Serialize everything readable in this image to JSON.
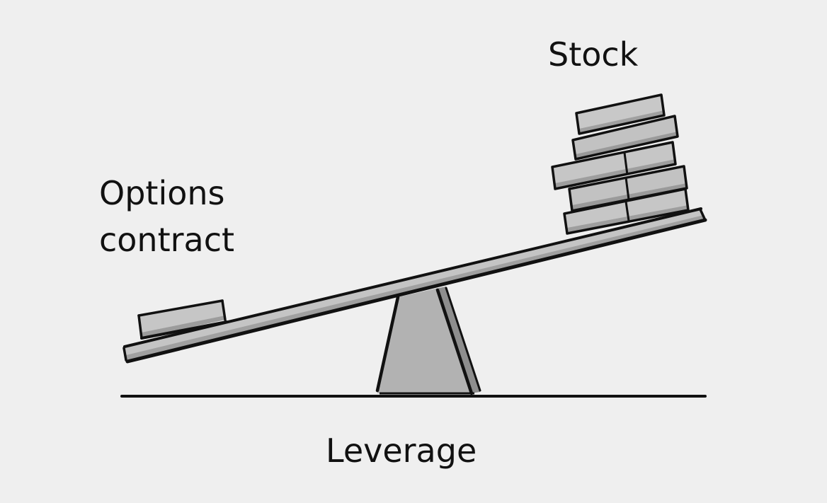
{
  "labels": {
    "options_line1": "Options",
    "options_line2": "contract",
    "stock": "Stock",
    "leverage": "Leverage"
  },
  "colors": {
    "background": "#efefef",
    "outline": "#111111",
    "fill_light": "#c8c8c8",
    "fill_mid": "#b8b8b8",
    "fill_dark": "#a4a4a4"
  }
}
